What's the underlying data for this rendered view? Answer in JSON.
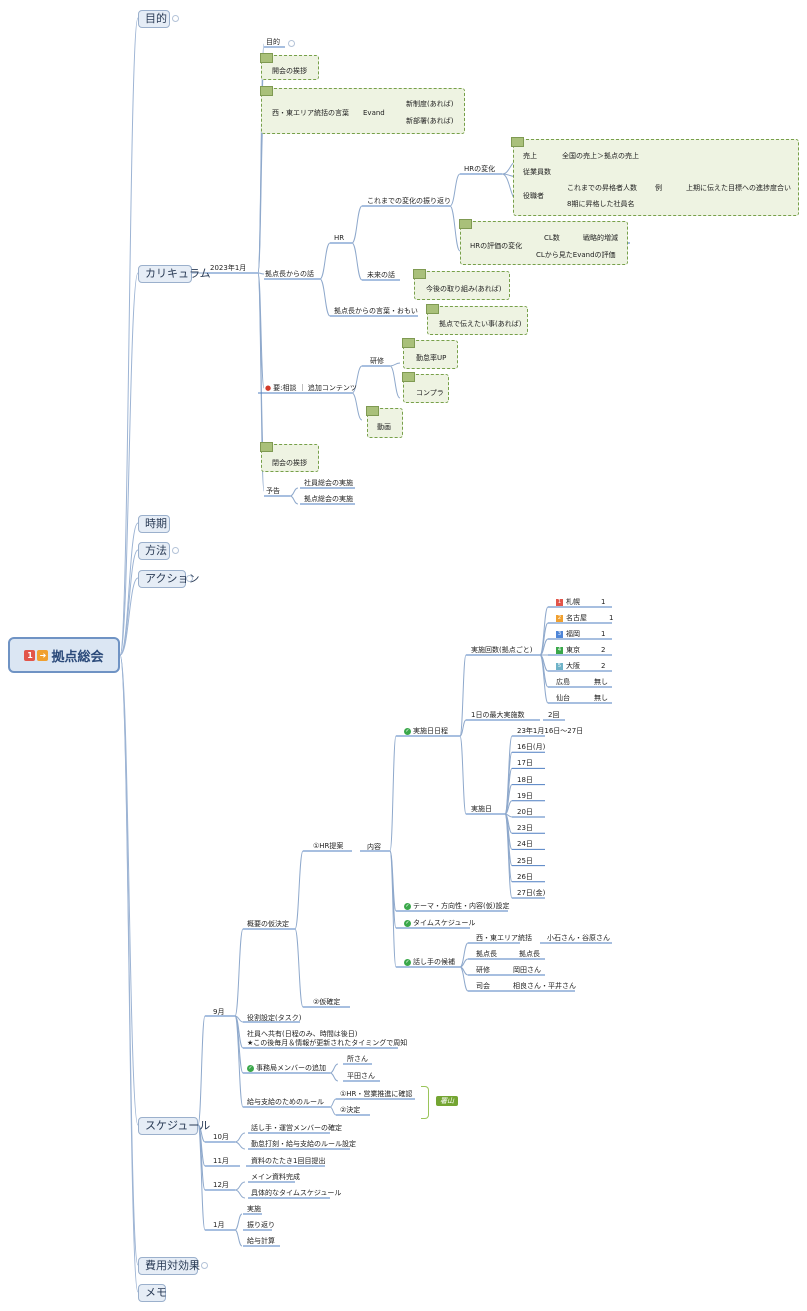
{
  "root": {
    "badge": "1",
    "title": "拠点総会"
  },
  "main": [
    {
      "label": "目的"
    },
    {
      "label": "カリキュラム"
    },
    {
      "label": "時期"
    },
    {
      "label": "方法"
    },
    {
      "label": "アクション"
    },
    {
      "label": "スケジュール"
    },
    {
      "label": "費用対効果"
    },
    {
      "label": "メモ"
    }
  ],
  "curriculum": {
    "date": "2023年1月",
    "purpose": "目的",
    "opening": "開会の挨拶",
    "west_east_words": "西・東エリア統括の言葉",
    "evand": "Evand",
    "new_system": "新制度(あれば)",
    "new_dept": "新部署(あれば)",
    "base_head_talk": "拠点長からの話",
    "hr": "HR",
    "hr_review": "これまでの変化の振り返り",
    "hr_change": "HRの変化",
    "sales": "売上",
    "sales_detail": "全国の売上＞拠点の売上",
    "employees": "従業員数",
    "promoted": "役職者",
    "promoted_count": "これまでの昇格者人数",
    "example": "例",
    "goal_rate": "上期に伝えた目標への進捗度合い",
    "h_promoted": "8期に昇格した社員名",
    "hr_eval_change": "HRの評価の変化",
    "cl_count": "CL数",
    "strategic": "戦略的増減",
    "cl_eval": "CLから見たEvandの評価",
    "future_talk": "未来の話",
    "future_plan": "今後の取り組み(あれば)",
    "base_words": "拠点長からの言葉・おもい",
    "base_message": "拠点で伝えたい事(あれば)",
    "extra": "要:相談 ｜ 追加コンテンツ",
    "training": "研修",
    "attendance": "勤怠率UP",
    "compliance": "コンプラ",
    "video": "動画",
    "closing": "閉会の挨拶",
    "notice": "予告",
    "notice1": "社員総会の実施",
    "notice2": "拠点総会の実施"
  },
  "schedule": {
    "sep": "9月",
    "outline": "概要の仮決定",
    "hr_proposal": "①HR提案",
    "content": "内容",
    "dates": "実施日日程",
    "count_by_base": "実施回数(拠点ごと)",
    "bases": [
      {
        "icon": "1",
        "color": "#e2554a",
        "name": "札幌",
        "value": "1"
      },
      {
        "icon": "2",
        "color": "#f0a030",
        "name": "名古屋",
        "value": "1"
      },
      {
        "icon": "3",
        "color": "#4f86d8",
        "name": "福岡",
        "value": "1"
      },
      {
        "icon": "4",
        "color": "#3aa84a",
        "name": "東京",
        "value": "2"
      },
      {
        "icon": "5",
        "color": "#6fb3c8",
        "name": "大阪",
        "value": "2"
      },
      {
        "icon": "",
        "color": "",
        "name": "広島",
        "value": "無し"
      },
      {
        "icon": "",
        "color": "",
        "name": "仙台",
        "value": "無し"
      }
    ],
    "max_per_day": "1日の最大実施数",
    "max_value": "2回",
    "impl_days": "実施日",
    "days": [
      "23年1月16日〜27日",
      "16日(月)",
      "17日",
      "18日",
      "19日",
      "20日",
      "23日",
      "24日",
      "25日",
      "26日",
      "27日(金)"
    ],
    "theme": "テーマ・方向性・内容(仮)設定",
    "timeschedule": "タイムスケジュール",
    "speakers": "話し手の候補",
    "speaker_rows": [
      {
        "role": "西・東エリア統括",
        "name": "小石さん・谷原さん"
      },
      {
        "role": "拠点長",
        "name": "拠点長"
      },
      {
        "role": "研修",
        "name": "岡田さん"
      },
      {
        "role": "司会",
        "name": "相良さん・平井さん"
      }
    ],
    "tentative": "②仮確定",
    "role_setting": "役割設定(タスク)",
    "share1": "社員へ共有(日程のみ、時間は後日)",
    "share2": "★この後毎月＆情報が更新されたタイミングで周知",
    "office_add": "事務局メンバーの追加",
    "member1": "所さん",
    "member2": "平田さん",
    "pay_rule": "給与支給のためのルール",
    "pay1": "①HR・営業推進に確認",
    "pay2": "②決定",
    "boss_tag": "署山",
    "oct": "10月",
    "oct1": "話し手・運営メンバーの確定",
    "oct2": "勤怠打刻・給与支給のルール設定",
    "nov": "11月",
    "nov1": "資料のたたき1回目提出",
    "dec": "12月",
    "dec1": "メイン資料完成",
    "dec2": "具体的なタイムスケジュール",
    "jan": "1月",
    "jan1": "実施",
    "jan2": "振り返り",
    "jan3": "給与計算"
  }
}
